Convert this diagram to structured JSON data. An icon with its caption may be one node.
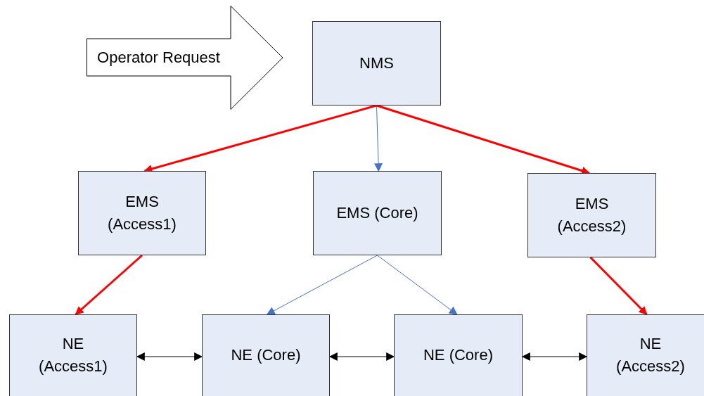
{
  "diagram": {
    "nodes": [
      {
        "text": [
          "Operator Request"
        ]
      },
      {
        "text": [
          "NMS"
        ]
      },
      {
        "text": [
          "EMS (Access1)"
        ]
      },
      {
        "text": [
          "EMS (Core)"
        ]
      },
      {
        "text": [
          "EMS (Access2)"
        ]
      },
      {
        "text": [
          "NE (Access1)"
        ]
      },
      {
        "text": [
          "NE (Core)"
        ]
      },
      {
        "text": [
          "NE (Core)"
        ]
      },
      {
        "text": [
          "NE (Access2)"
        ]
      }
    ],
    "edges": [
      {
        "from": 1,
        "to": 2,
        "arrow": "to",
        "style": "thick",
        "color": "#ff0000"
      },
      {
        "from": 1,
        "to": 3,
        "arrow": "to",
        "color": "#4472c4"
      },
      {
        "from": 1,
        "to": 4,
        "arrow": "to",
        "style": "thick",
        "color": "#ff0000"
      },
      {
        "from": 2,
        "to": 5,
        "arrow": "to",
        "style": "thick",
        "color": "#ff0000"
      },
      {
        "from": 3,
        "to": 6,
        "arrow": "to",
        "color": "#4472c4"
      },
      {
        "from": 3,
        "to": 7,
        "arrow": "to",
        "color": "#4472c4"
      },
      {
        "from": 4,
        "to": 8,
        "arrow": "to",
        "style": "thick",
        "color": "#ff0000"
      },
      {
        "from": 5,
        "to": 6,
        "arrow": "both",
        "color": "#000000"
      },
      {
        "from": 6,
        "to": 7,
        "arrow": "both",
        "color": "#000000"
      },
      {
        "from": 7,
        "to": 8,
        "arrow": "both",
        "color": "#000000"
      }
    ]
  }
}
